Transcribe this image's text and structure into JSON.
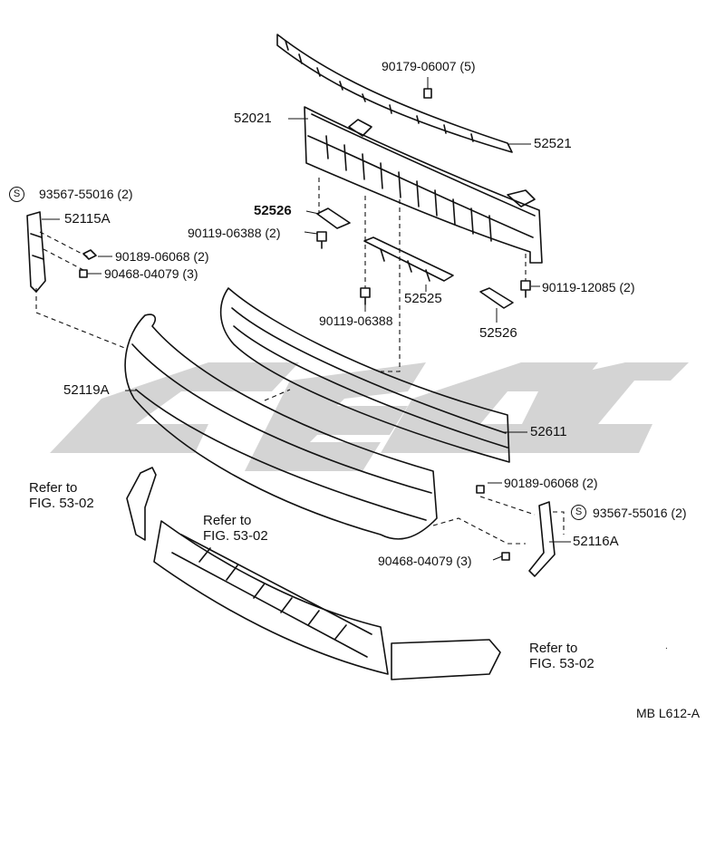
{
  "parts": {
    "p52021": "52021",
    "p52521": "52521",
    "p90179": "90179-06007 (5)",
    "p93567_left": "93567-55016 (2)",
    "p52115A": "52115A",
    "p52526_top": "52526",
    "p90119_06388_a": "90119-06388 (2)",
    "p90189_left": "90189-06068 (2)",
    "p90468_left": "90468-04079 (3)",
    "p52525": "52525",
    "p90119_06388_b": "90119-06388",
    "p90119_12085": "90119-12085 (2)",
    "p52526_bottom": "52526",
    "p52119A": "52119A",
    "p52611": "52611",
    "p90189_right": "90189-06068 (2)",
    "p93567_right": "93567-55016 (2)",
    "p52116A": "52116A",
    "p90468_right": "90468-04079 (3)"
  },
  "refs": {
    "ref_left_1": "Refer to",
    "ref_left_2": "FIG. 53-02",
    "ref_center_1": "Refer to",
    "ref_center_2": "FIG. 53-02",
    "ref_right_1": "Refer to",
    "ref_right_2": "FIG. 53-02"
  },
  "symbol": {
    "s": "S"
  },
  "diagram_code": "MB L612-A",
  "colors": {
    "line": "#111111",
    "watermark": "#d6d6d6"
  }
}
